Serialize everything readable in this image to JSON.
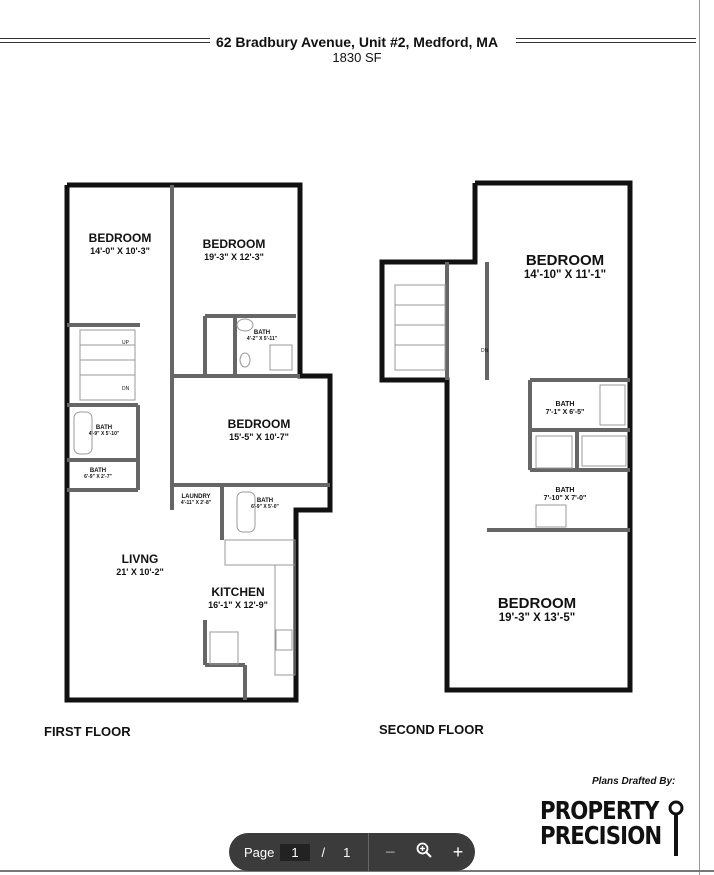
{
  "header": {
    "title": "62 Bradbury Avenue, Unit #2, Medford, MA",
    "area": "1830 SF"
  },
  "first_floor": {
    "label": "FIRST FLOOR",
    "rooms": [
      {
        "name": "BEDROOM",
        "dims": "14'-0\" X 10'-3\""
      },
      {
        "name": "BEDROOM",
        "dims": "19'-3\" X 12'-3\""
      },
      {
        "name": "BATH",
        "dims": "4'-2\" X 5'-11\""
      },
      {
        "name": "BEDROOM",
        "dims": "15'-5\" X 10'-7\""
      },
      {
        "name": "BATH",
        "dims": "4'-9\" X 5'-10\""
      },
      {
        "name": "BATH",
        "dims": "6'-9\" X 2'-7\""
      },
      {
        "name": "LAUNDRY",
        "dims": "4'-11\" X 2'-8\""
      },
      {
        "name": "BATH",
        "dims": "6'-9\" X 5'-0\""
      },
      {
        "name": "LIVNG",
        "dims": "21' X 10'-2\""
      },
      {
        "name": "KITCHEN",
        "dims": "16'-1\" X 12'-9\""
      }
    ],
    "stair_up": "UP",
    "stair_dn": "DN"
  },
  "second_floor": {
    "label": "SECOND FLOOR",
    "rooms": [
      {
        "name": "BEDROOM",
        "dims": "14'-10\" X 11'-1\""
      },
      {
        "name": "BATH",
        "dims": "7'-1\" X 6'-5\""
      },
      {
        "name": "BATH",
        "dims": "7'-10\" X 7'-0\""
      },
      {
        "name": "BEDROOM",
        "dims": "19'-3\" X 13'-5\""
      }
    ],
    "stair_dn": "DN"
  },
  "credits": {
    "drafted_by": "Plans Drafted By:",
    "logo_line1": "PROPERTY",
    "logo_line2": "PRECISION"
  },
  "viewer": {
    "page_label": "Page",
    "current_page": "1",
    "separator": "/",
    "total_pages": "1",
    "zoom_out": "−",
    "zoom_in": "+"
  }
}
